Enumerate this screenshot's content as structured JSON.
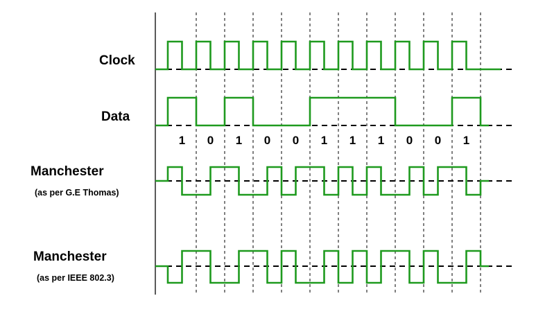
{
  "labels": {
    "clock": "Clock",
    "data": "Data",
    "manchester_thomas_title": "Manchester",
    "manchester_thomas_sub": "(as per G.E Thomas)",
    "manchester_ieee_title": "Manchester",
    "manchester_ieee_sub": "(as per IEEE 802.3)"
  },
  "bits": [
    "1",
    "0",
    "1",
    "0",
    "0",
    "1",
    "1",
    "1",
    "0",
    "0",
    "1"
  ],
  "colors": {
    "waveform": "#1e9a1e",
    "guides": "#000000"
  }
}
